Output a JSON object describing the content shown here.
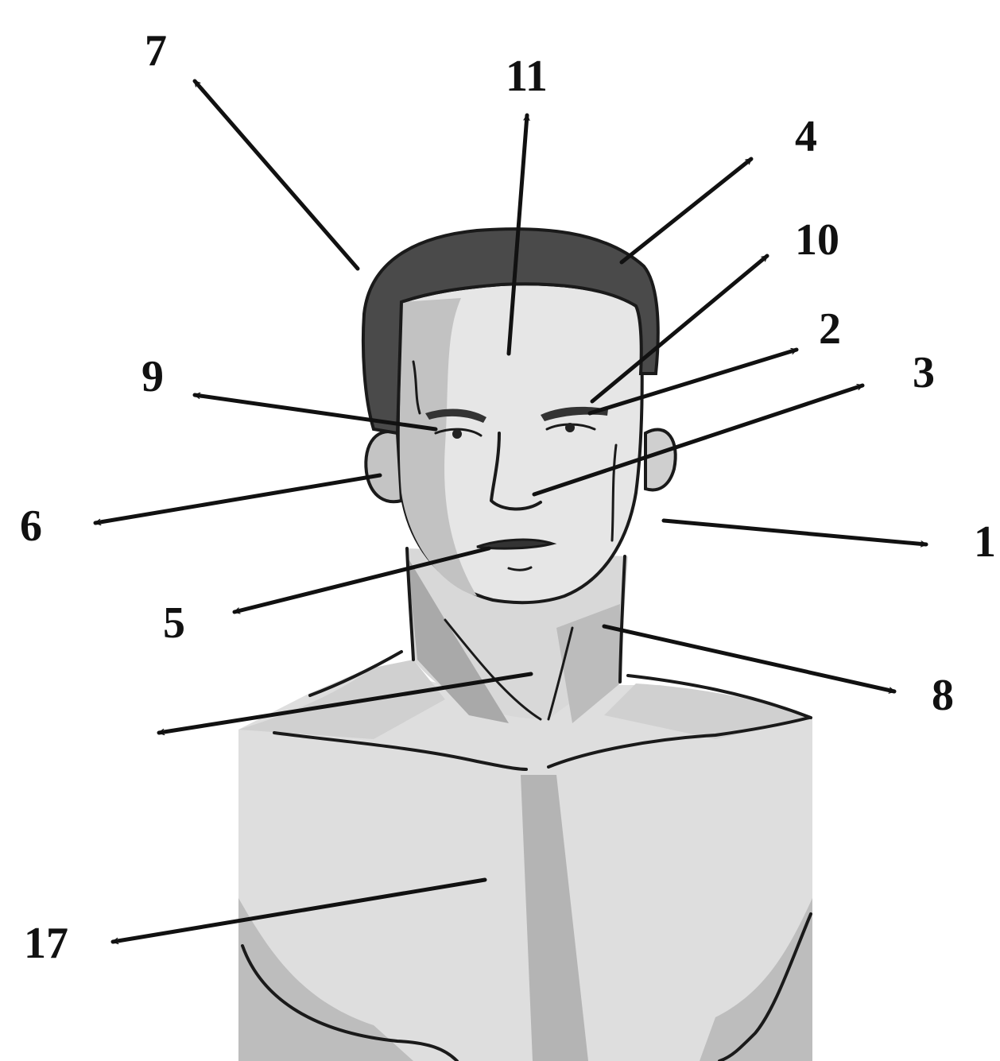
{
  "labels": {
    "l1": "1",
    "l2": "2",
    "l3": "3",
    "l4": "4",
    "l5": "5",
    "l6": "6",
    "l7": "7",
    "l8": "8",
    "l9": "9",
    "l10": "10",
    "l11": "11",
    "l17": "17"
  },
  "colors": {
    "hair": "#4a4a4a",
    "skin_light": "#e4e4e4",
    "skin_mid": "#c9c9c9",
    "skin_dark": "#a8a8a8",
    "torso": "#dcdcdc",
    "ink": "#111111"
  }
}
